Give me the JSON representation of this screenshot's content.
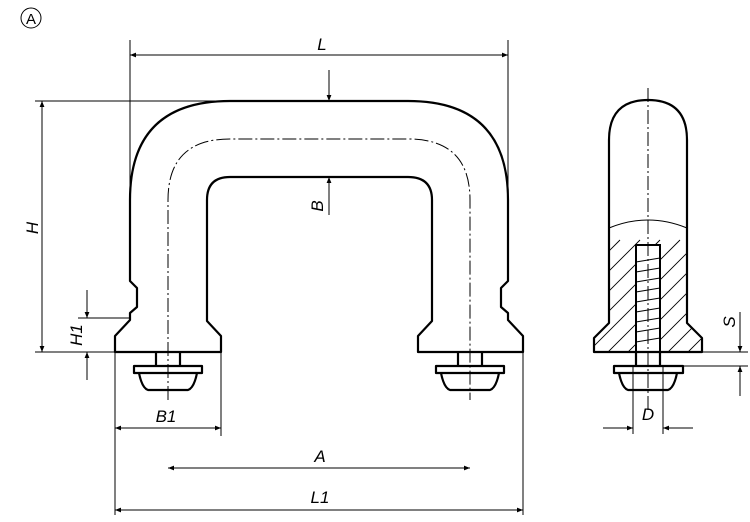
{
  "view_marker": "A",
  "dimensions": {
    "L": "L",
    "L1": "L1",
    "A": "A",
    "B": "B",
    "B1": "B1",
    "H": "H",
    "H1": "H1",
    "S": "S",
    "D": "D"
  }
}
